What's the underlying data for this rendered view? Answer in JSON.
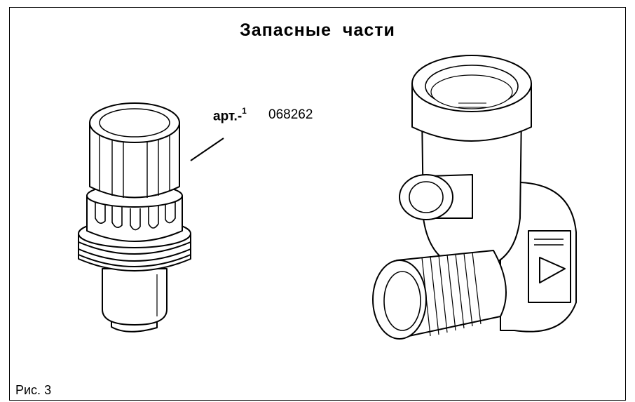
{
  "document": {
    "title": "Запасные части",
    "part_label": "арт.-",
    "part_label_superscript": "1",
    "part_number": "068262",
    "figure_caption": "Рис. 3"
  },
  "illustrations": {
    "left": "valve-insert-drawing",
    "right": "tee-fitting-drawing"
  }
}
